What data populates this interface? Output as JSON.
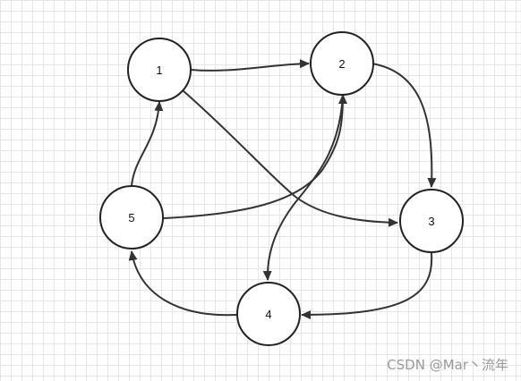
{
  "diagram": {
    "nodes": [
      {
        "id": "1",
        "label": "1"
      },
      {
        "id": "2",
        "label": "2"
      },
      {
        "id": "3",
        "label": "3"
      },
      {
        "id": "4",
        "label": "4"
      },
      {
        "id": "5",
        "label": "5"
      }
    ],
    "edges": [
      {
        "from": "1",
        "to": "2"
      },
      {
        "from": "1",
        "to": "3"
      },
      {
        "from": "2",
        "to": "3"
      },
      {
        "from": "2",
        "to": "4"
      },
      {
        "from": "3",
        "to": "4"
      },
      {
        "from": "4",
        "to": "5"
      },
      {
        "from": "5",
        "to": "1"
      },
      {
        "from": "5",
        "to": "2"
      }
    ]
  },
  "watermark": "CSDN @Mar丶流年"
}
